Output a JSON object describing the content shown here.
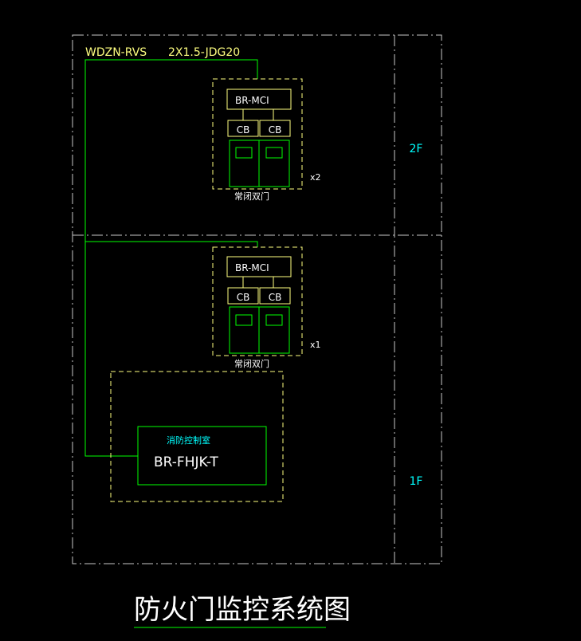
{
  "drawing": {
    "title": "防火门监控系统图",
    "cable_type": "WDZN-RVS",
    "cable_spec": "2X1.5-JDG20",
    "floor_labels": {
      "upper": "2F",
      "lower": "1F"
    },
    "door_modules": [
      {
        "module_label": "BR-MCI",
        "cb_labels": [
          "CB",
          "CB"
        ],
        "door_caption": "常闭双门",
        "quantity": "x2"
      },
      {
        "module_label": "BR-MCI",
        "cb_labels": [
          "CB",
          "CB"
        ],
        "door_caption": "常闭双门",
        "quantity": "x1"
      }
    ],
    "control_room": {
      "room_label": "消防控制室",
      "device_label": "BR-FHJK-T"
    }
  },
  "colors": {
    "background": "#000000",
    "frame_dashdot": "#c8c8c8",
    "dashed_box": "#ffff80",
    "module_box": "#ffff80",
    "door_green": "#00ff00",
    "cyan_text": "#00ffff",
    "white_text": "#ffffff",
    "title_text": "#ffffff",
    "title_underline": "#00ff00"
  }
}
